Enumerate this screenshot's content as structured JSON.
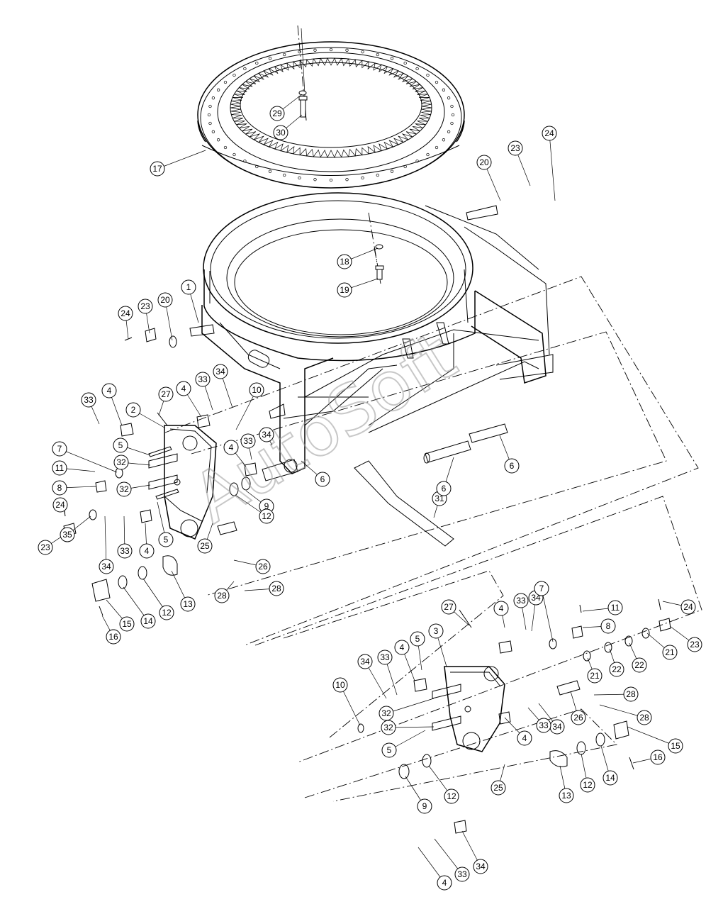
{
  "watermark": "AutoSoft",
  "callouts": [
    "1",
    "2",
    "3",
    "4",
    "5",
    "6",
    "7",
    "8",
    "9",
    "10",
    "11",
    "12",
    "13",
    "14",
    "15",
    "16",
    "17",
    "18",
    "19",
    "20",
    "21",
    "22",
    "23",
    "24",
    "25",
    "26",
    "27",
    "28",
    "29",
    "30",
    "31",
    "32",
    "33",
    "34",
    "35"
  ]
}
